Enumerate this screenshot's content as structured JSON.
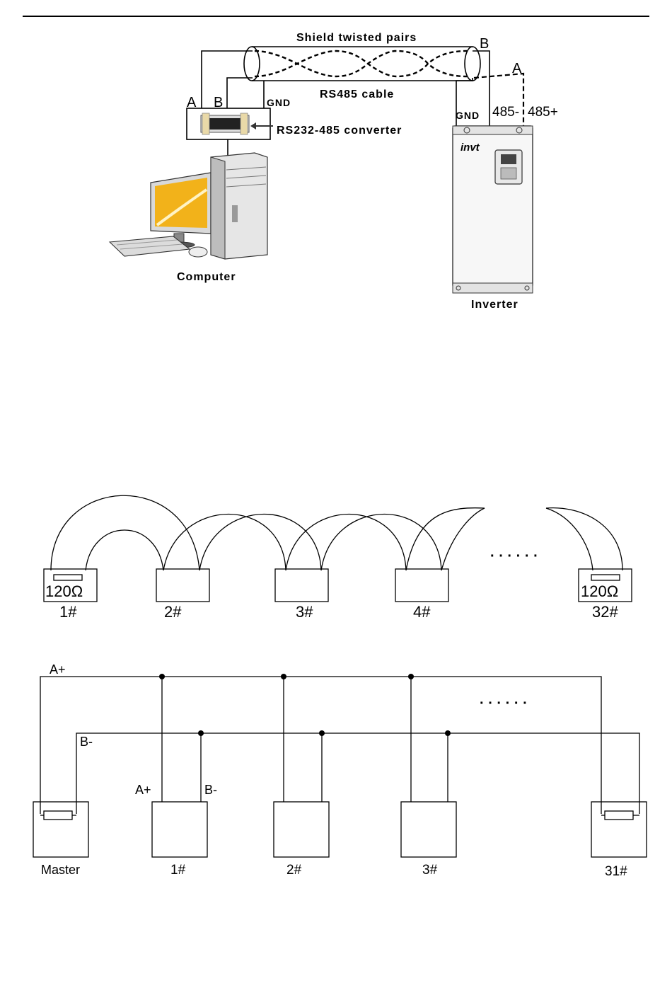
{
  "figure1": {
    "cable_title": "Shield twisted pairs",
    "cable_label": "RS485 cable",
    "left_a": "A",
    "left_b": "B",
    "left_gnd": "GND",
    "converter_label": "RS232-485 converter",
    "computer_label": "Computer",
    "right_b": "B",
    "right_a": "A",
    "right_gnd": "GND",
    "right_485minus": "485-",
    "right_485plus": "485+",
    "inverter_label": "Inverter",
    "brand_logo": "invt"
  },
  "figure2": {
    "nodes": [
      "1#",
      "2#",
      "3#",
      "4#",
      "32#"
    ],
    "terminator": "120Ω",
    "ellipsis": "· · · · · ·"
  },
  "figure3": {
    "bus_a": "A+",
    "bus_b": "B-",
    "dev_a": "A+",
    "dev_b": "B-",
    "nodes": [
      "Master",
      "1#",
      "2#",
      "3#",
      "31#"
    ],
    "ellipsis": "· · · · · ·"
  },
  "colors": {
    "line": "#000000",
    "box_fill": "#ffffff",
    "screen": "#f2b21a"
  }
}
